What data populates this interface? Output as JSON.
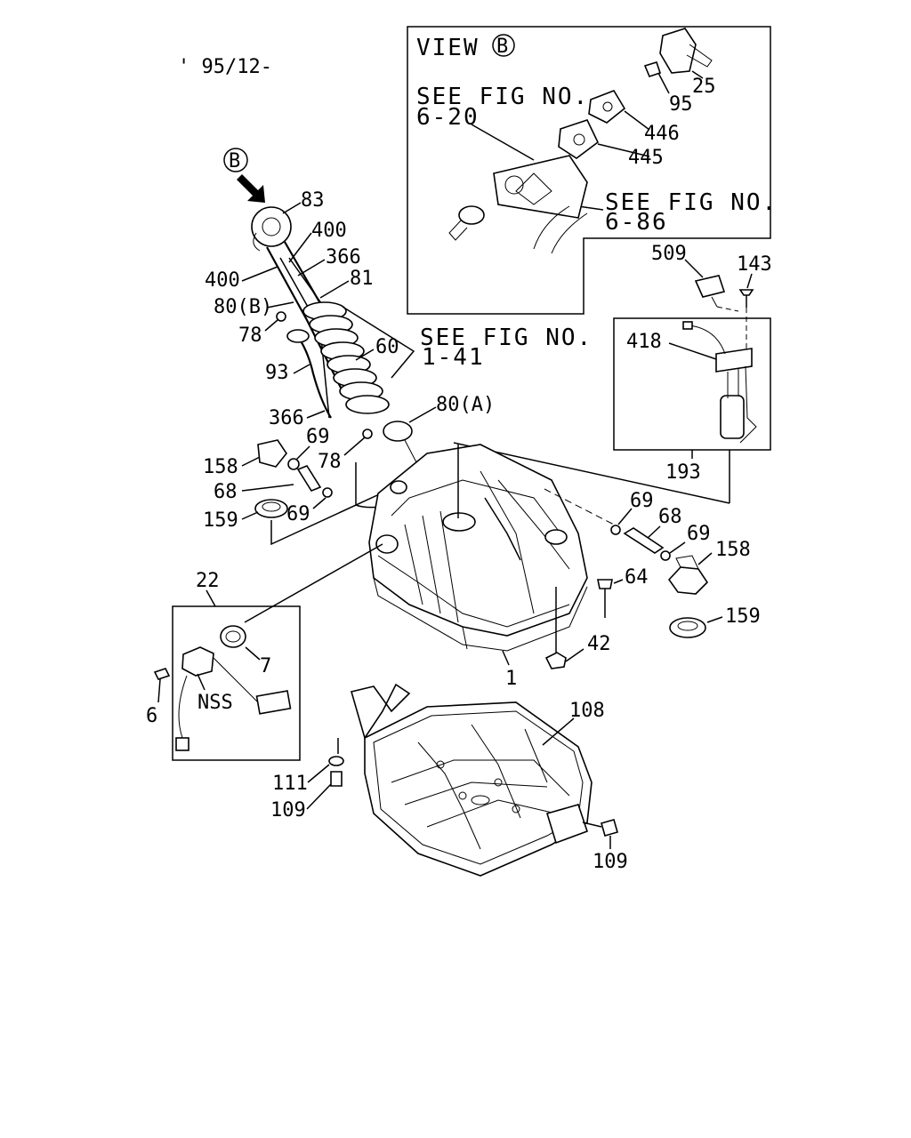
{
  "header": {
    "date_code": "' 95/12-"
  },
  "view_b": {
    "title": "VIEW",
    "letter": "B"
  },
  "refs": {
    "see_6_20_line1": "SEE FIG NO.",
    "see_6_20_line2": "6-20",
    "see_6_86_line1": "SEE FIG NO.",
    "see_6_86_line2": "6-86",
    "see_1_41_line1": "SEE FIG NO.",
    "see_1_41_line2": "1-41"
  },
  "arrow_label": "B",
  "labels": {
    "p25": "25",
    "p95": "95",
    "p446": "446",
    "p445": "445",
    "p509": "509",
    "p143": "143",
    "p418": "418",
    "p193": "193",
    "p83": "83",
    "p400a": "400",
    "p400b": "400",
    "p366a": "366",
    "p81": "81",
    "p80b": "80(B)",
    "p78a": "78",
    "p60": "60",
    "p93": "93",
    "p366b": "366",
    "p80a": "80(A)",
    "p69a": "69",
    "p78b": "78",
    "p158a": "158",
    "p68a": "68",
    "p69b": "69",
    "p159a": "159",
    "p69c": "69",
    "p68b": "68",
    "p69d": "69",
    "p158b": "158",
    "p64": "64",
    "p159b": "159",
    "p42": "42",
    "p1": "1",
    "p22": "22",
    "p7": "7",
    "p6": "6",
    "nss": "NSS",
    "p108": "108",
    "p111": "111",
    "p109a": "109",
    "p109b": "109"
  }
}
